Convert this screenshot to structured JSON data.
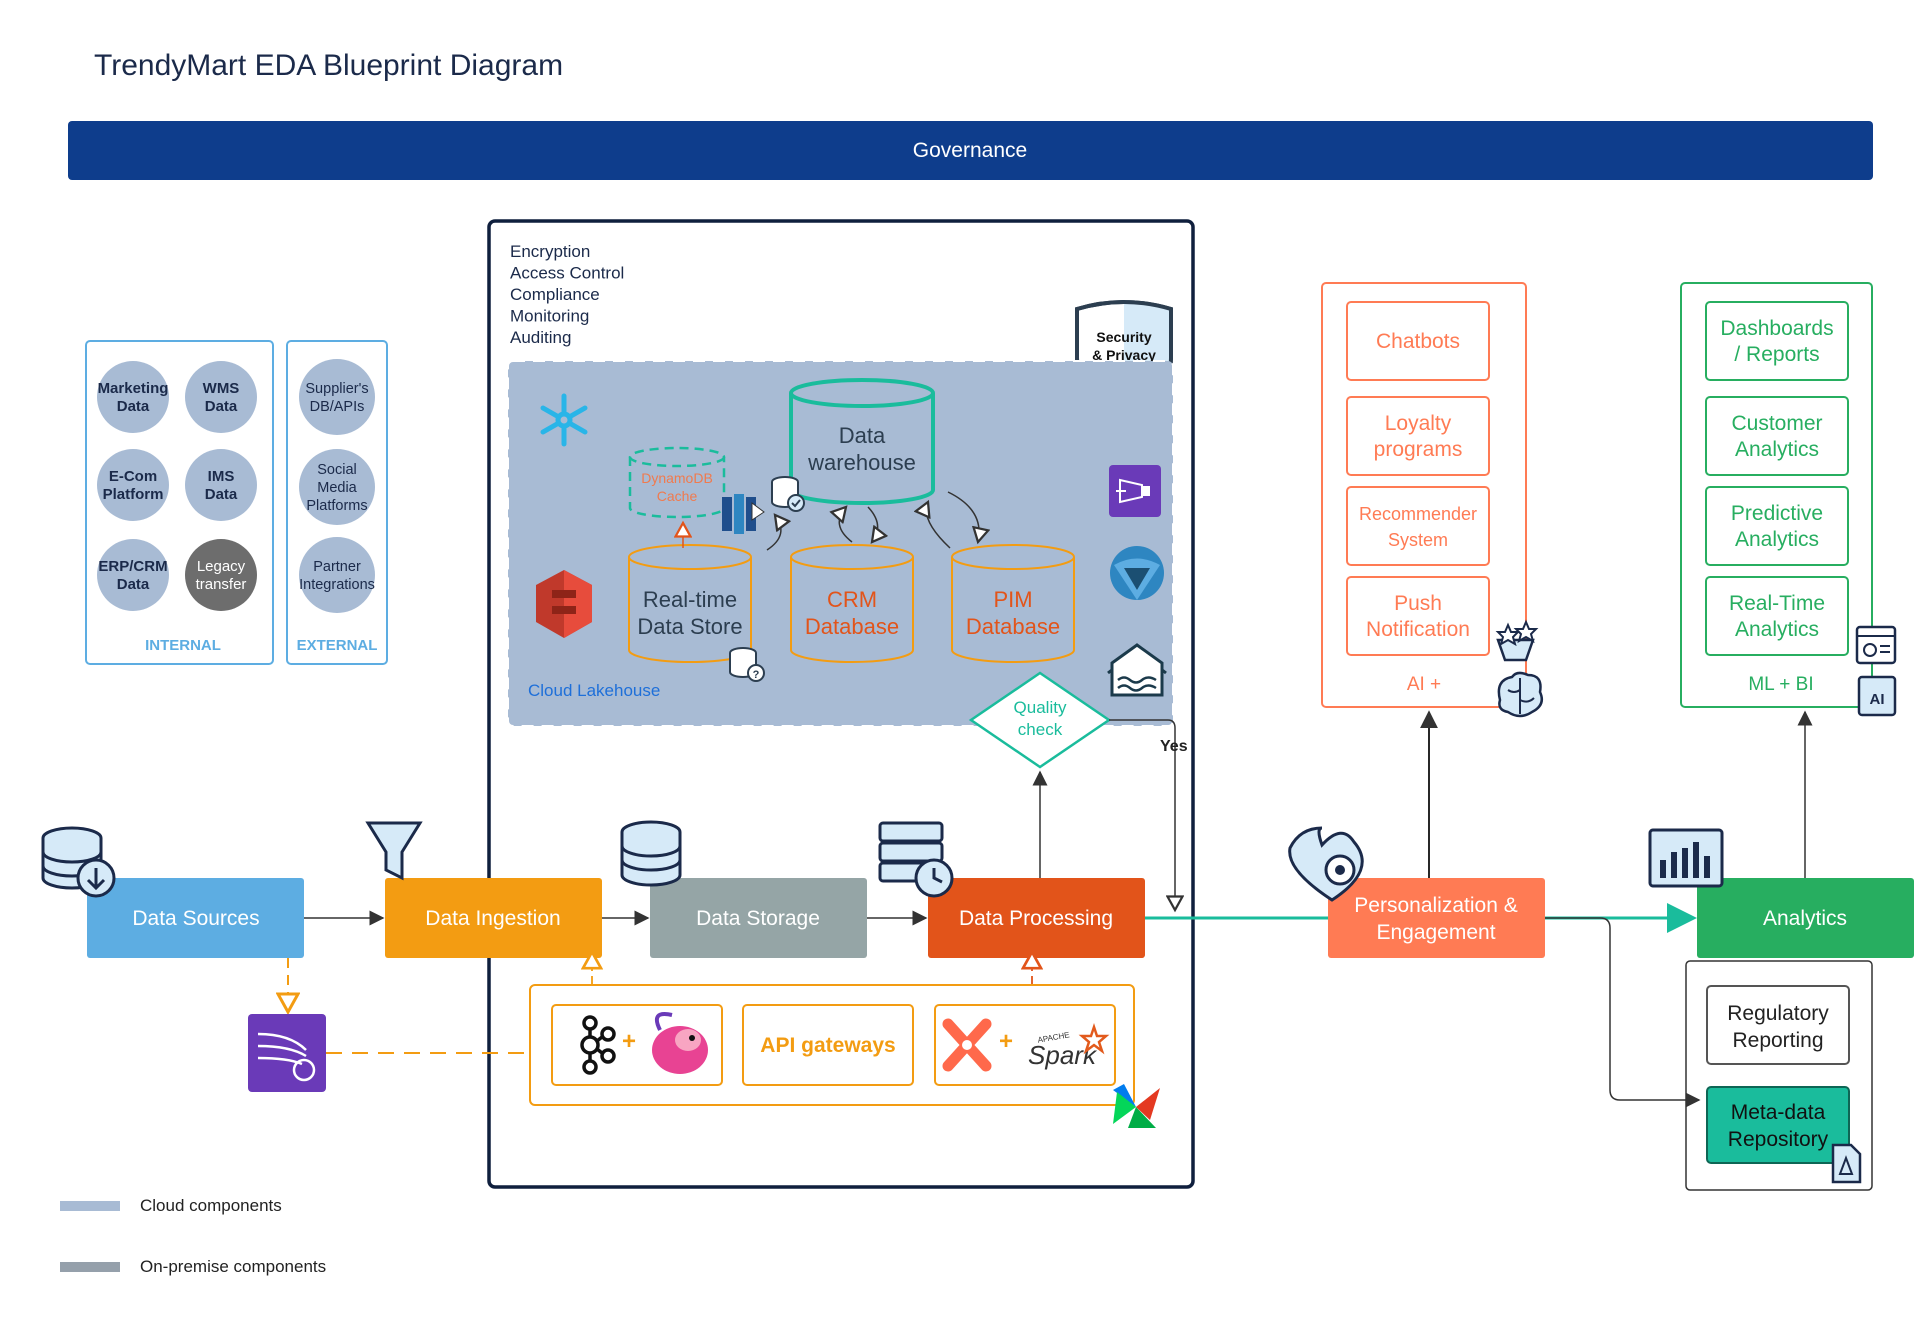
{
  "title": "TrendyMart EDA Blueprint Diagram",
  "governance": "Governance",
  "security_list": [
    "Encryption",
    "Access Control",
    "Compliance",
    "Monitoring",
    "Auditing"
  ],
  "security_badge": [
    "Security",
    "& Privacy"
  ],
  "internal": {
    "label": "INTERNAL",
    "items": [
      [
        "Marketing",
        "Data"
      ],
      [
        "WMS",
        "Data"
      ],
      [
        "E-Com",
        "Platform"
      ],
      [
        "IMS",
        "Data"
      ],
      [
        "ERP/CRM",
        "Data"
      ],
      [
        "Legacy",
        "transfer"
      ]
    ]
  },
  "external": {
    "label": "EXTERNAL",
    "items": [
      [
        "Supplier's",
        "DB/APIs"
      ],
      [
        "Social",
        "Media",
        "Platforms"
      ],
      [
        "Partner",
        "Integrations"
      ]
    ]
  },
  "lakehouse": {
    "label": "Cloud Lakehouse",
    "dynamodb": [
      "DynamoDB",
      "Cache"
    ],
    "warehouse": [
      "Data",
      "warehouse"
    ],
    "realtime": [
      "Real-time",
      "Data Store"
    ],
    "crm": [
      "CRM",
      "Database"
    ],
    "pim": [
      "PIM",
      "Database"
    ]
  },
  "quality_check": [
    "Quality",
    "check"
  ],
  "yes_label": "Yes",
  "pipeline": {
    "sources": "Data Sources",
    "ingestion": "Data Ingestion",
    "storage": "Data Storage",
    "processing": "Data Processing",
    "personalization": [
      "Personalization &",
      "Engagement"
    ],
    "analytics": "Analytics"
  },
  "tools": {
    "plus": "+",
    "api": "API gateways",
    "spark": "Spark",
    "apache": "APACHE"
  },
  "ai": {
    "label": "AI +",
    "items": [
      [
        "Chatbots"
      ],
      [
        "Loyalty",
        "programs"
      ],
      [
        "Recommender",
        "System"
      ],
      [
        "Push",
        "Notification"
      ]
    ]
  },
  "mlbi": {
    "label": "ML + BI",
    "items": [
      [
        "Dashboards",
        "/ Reports"
      ],
      [
        "Customer",
        "Analytics"
      ],
      [
        "Predictive",
        "Analytics"
      ],
      [
        "Real-Time",
        "Analytics"
      ]
    ],
    "ai_badge": "AI"
  },
  "regulatory": [
    "Regulatory",
    "Reporting"
  ],
  "metadata": [
    "Meta-data",
    "Repository"
  ],
  "legend": {
    "cloud": "Cloud components",
    "onprem": "On-premise components"
  },
  "colors": {
    "navy": "#0e3d8c",
    "sources": "#5dade2",
    "ingestion": "#f39c12",
    "storage": "#95a5a6",
    "processing": "#e2541a",
    "personalization": "#ff7b54",
    "analytics": "#27ae60",
    "teal": "#1abc9c",
    "lakehouse": "#a8bbd4"
  }
}
